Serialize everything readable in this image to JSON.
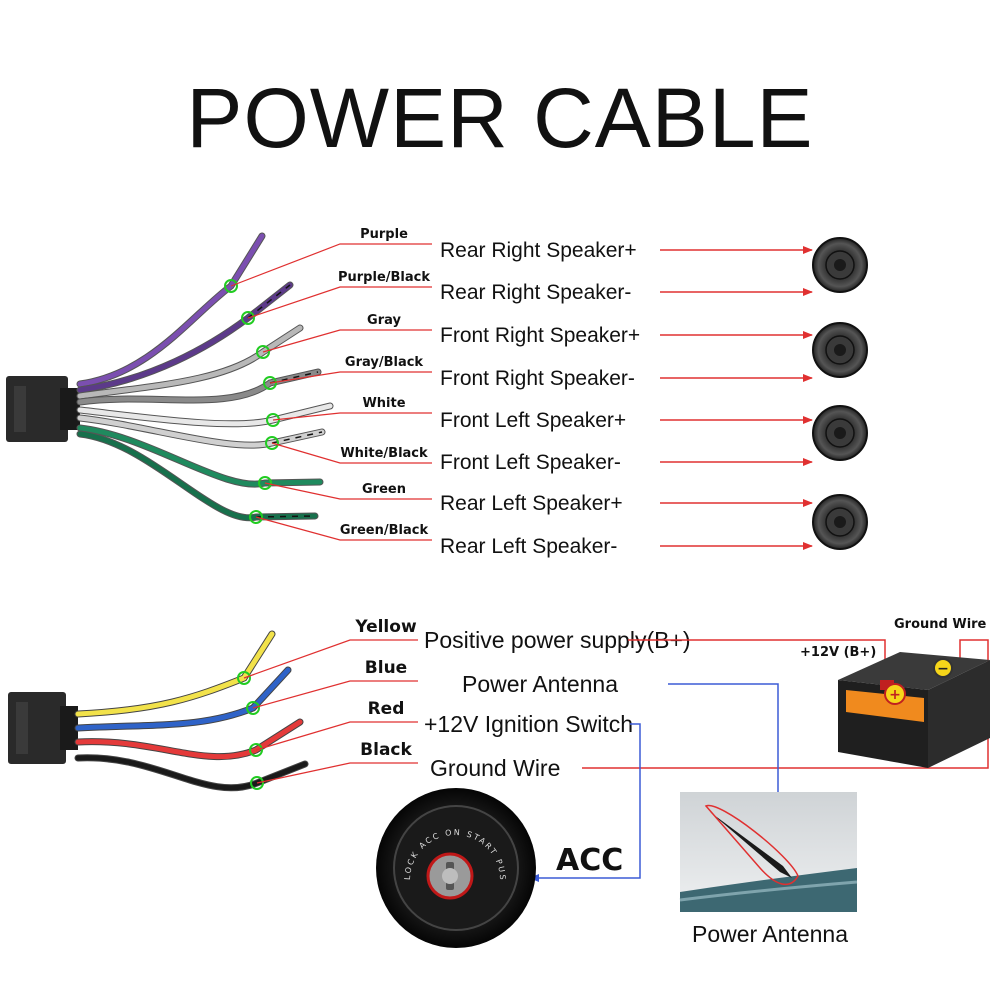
{
  "title": "POWER CABLE",
  "speaker_wires": [
    {
      "color_name": "Purple",
      "function": "Rear Right Speaker+",
      "wire_color": "#7b4fb0"
    },
    {
      "color_name": "Purple/Black",
      "function": "Rear Right Speaker-",
      "wire_color": "#5c3a8a"
    },
    {
      "color_name": "Gray",
      "function": "Front Right Speaker+",
      "wire_color": "#b8b8b8"
    },
    {
      "color_name": "Gray/Black",
      "function": "Front Right Speaker-",
      "wire_color": "#8a8a8a"
    },
    {
      "color_name": "White",
      "function": "Front Left Speaker+",
      "wire_color": "#e8e8e8"
    },
    {
      "color_name": "White/Black",
      "function": "Front Left Speaker-",
      "wire_color": "#d0d0d0"
    },
    {
      "color_name": "Green",
      "function": "Rear Left Speaker+",
      "wire_color": "#1f8a5e"
    },
    {
      "color_name": "Green/Black",
      "function": "Rear Left Speaker-",
      "wire_color": "#17704c"
    }
  ],
  "power_wires": [
    {
      "color_name": "Yellow",
      "function": "Positive power supply(B+)",
      "wire_color": "#f2e24a"
    },
    {
      "color_name": "Blue",
      "function": "Power Antenna",
      "wire_color": "#2f63c8"
    },
    {
      "color_name": "Red",
      "function": "+12V Ignition Switch",
      "wire_color": "#e43a3a"
    },
    {
      "color_name": "Black",
      "function": "Ground Wire",
      "wire_color": "#1a1a1a"
    }
  ],
  "battery": {
    "ground_label": "Ground Wire",
    "plus_label": "+12V  (B+)"
  },
  "ignition": {
    "label": "ACC",
    "ring_text": "LOCK ACC ON START PUSH"
  },
  "antenna": {
    "caption": "Power Antenna"
  },
  "colors": {
    "arrow_red": "#e03030",
    "arrow_blue": "#3b5bd6",
    "joint_green": "#22cc22"
  }
}
